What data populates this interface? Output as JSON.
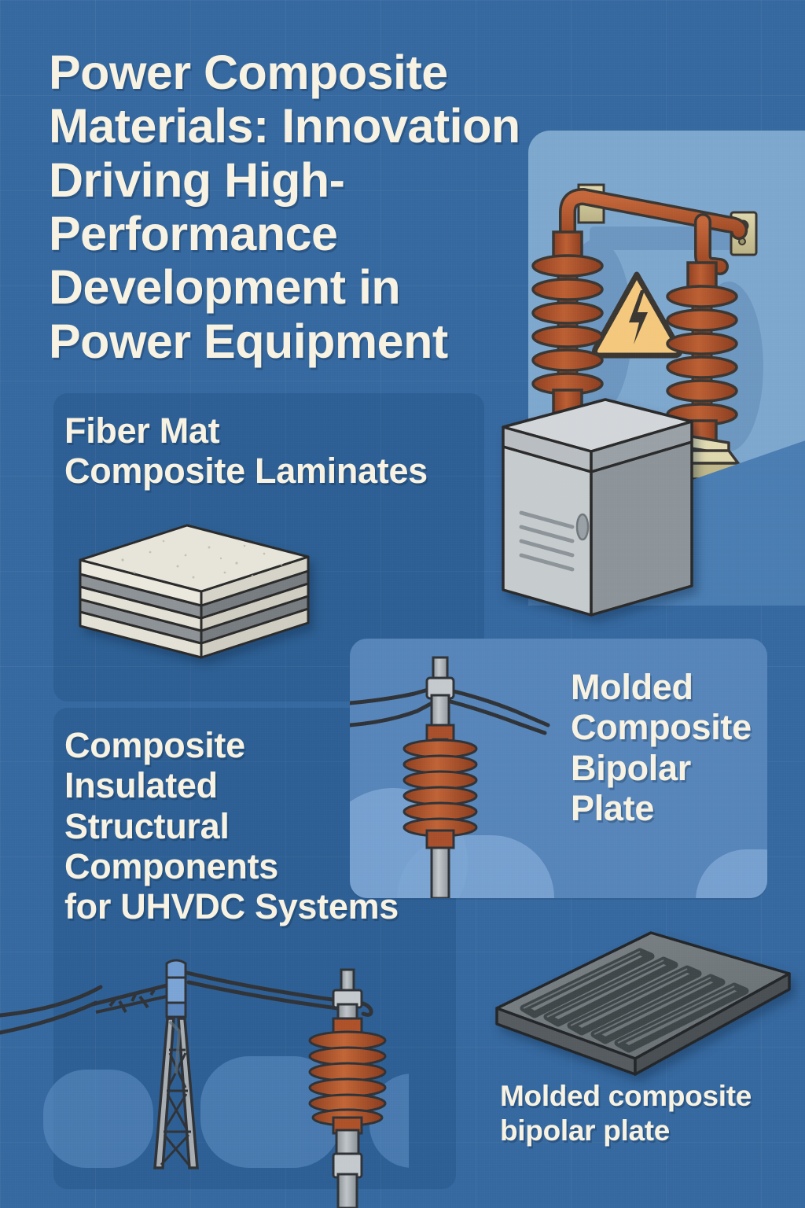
{
  "poster": {
    "background_color": "#35689f",
    "text_color": "#F7F2E2",
    "title": "Power Composite Materials: Innovation Driving High-Performance Development in Power Equipment"
  },
  "sections": {
    "fiber_mat": {
      "label": "Fiber Mat\nComposite Laminates",
      "label_line1": "Fiber Mat",
      "label_line2": "Composite Laminates",
      "illustration": "laminate-stack"
    },
    "uhvdc": {
      "label_line1": "Composite",
      "label_line2": "Insulated",
      "label_line3": "Structural",
      "label_line4": "Components",
      "label_line5": "for UHVDC Systems",
      "illustration": "transmission-tower-and-insulator"
    },
    "bipolar": {
      "label_line1": "Molded",
      "label_line2": "Composite",
      "label_line3": "Bipolar",
      "label_line4": "Plate",
      "illustration": "pole-post-insulator"
    },
    "plate_caption": {
      "line1": "Molded composite",
      "line2": "bipolar plate",
      "illustration": "bipolar-plate-flow-field"
    }
  },
  "illustrations": {
    "high_voltage_scene": {
      "name": "busbar-insulator-assembly",
      "warning_sign": "high-voltage-lightning-triangle",
      "insulator_color": "#b0542e",
      "bracket_color": "#cfc79a",
      "busbar_color": "#b5592f",
      "wall_color": "#7ea7ce",
      "floor_color": "#4a7db2"
    },
    "cabinet": {
      "name": "electrical-enclosure-cabinet",
      "body_color": "#c2c7cb",
      "side_color": "#8f969c",
      "vent_count": 4
    },
    "laminate": {
      "name": "fiber-mat-composite-laminate-stack",
      "layer_light": "#e3e1d6",
      "layer_dark": "#8d9296",
      "layer_count": 4
    },
    "bipolar_plate": {
      "name": "molded-composite-bipolar-plate",
      "top_color": "#6e7479",
      "channel_color": "#4c5256",
      "channel_count": 5
    },
    "tower": {
      "name": "lattice-transmission-tower",
      "metal_color": "#a7adb2"
    },
    "post_insulator": {
      "name": "composite-post-insulator",
      "shed_color": "#b0542e",
      "shaft_color": "#b3b9bd",
      "shed_count": 8
    }
  }
}
